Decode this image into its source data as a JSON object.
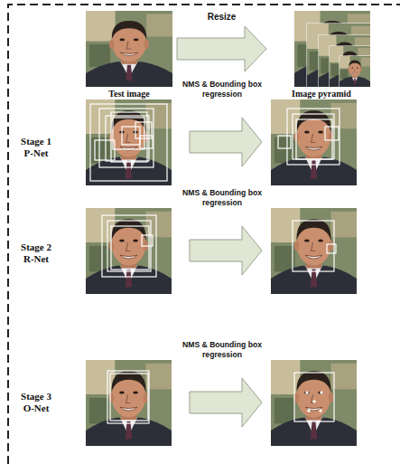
{
  "diagram": {
    "nodes": [
      {
        "text": [
          "Test image"
        ]
      },
      {
        "text": [
          "Image pyramid"
        ]
      }
    ],
    "edges": [
      {
        "from": 0,
        "to": 1,
        "arrow": "to",
        "label": "Resize"
      }
    ],
    "labels": [
      "Stage 1 P-Net",
      "NMS & Bounding box regression",
      "Stage 2 R-Net",
      "NMS & Bounding box regression",
      "Stage 3 O-Net",
      "NMS & Bounding box regression"
    ]
  }
}
